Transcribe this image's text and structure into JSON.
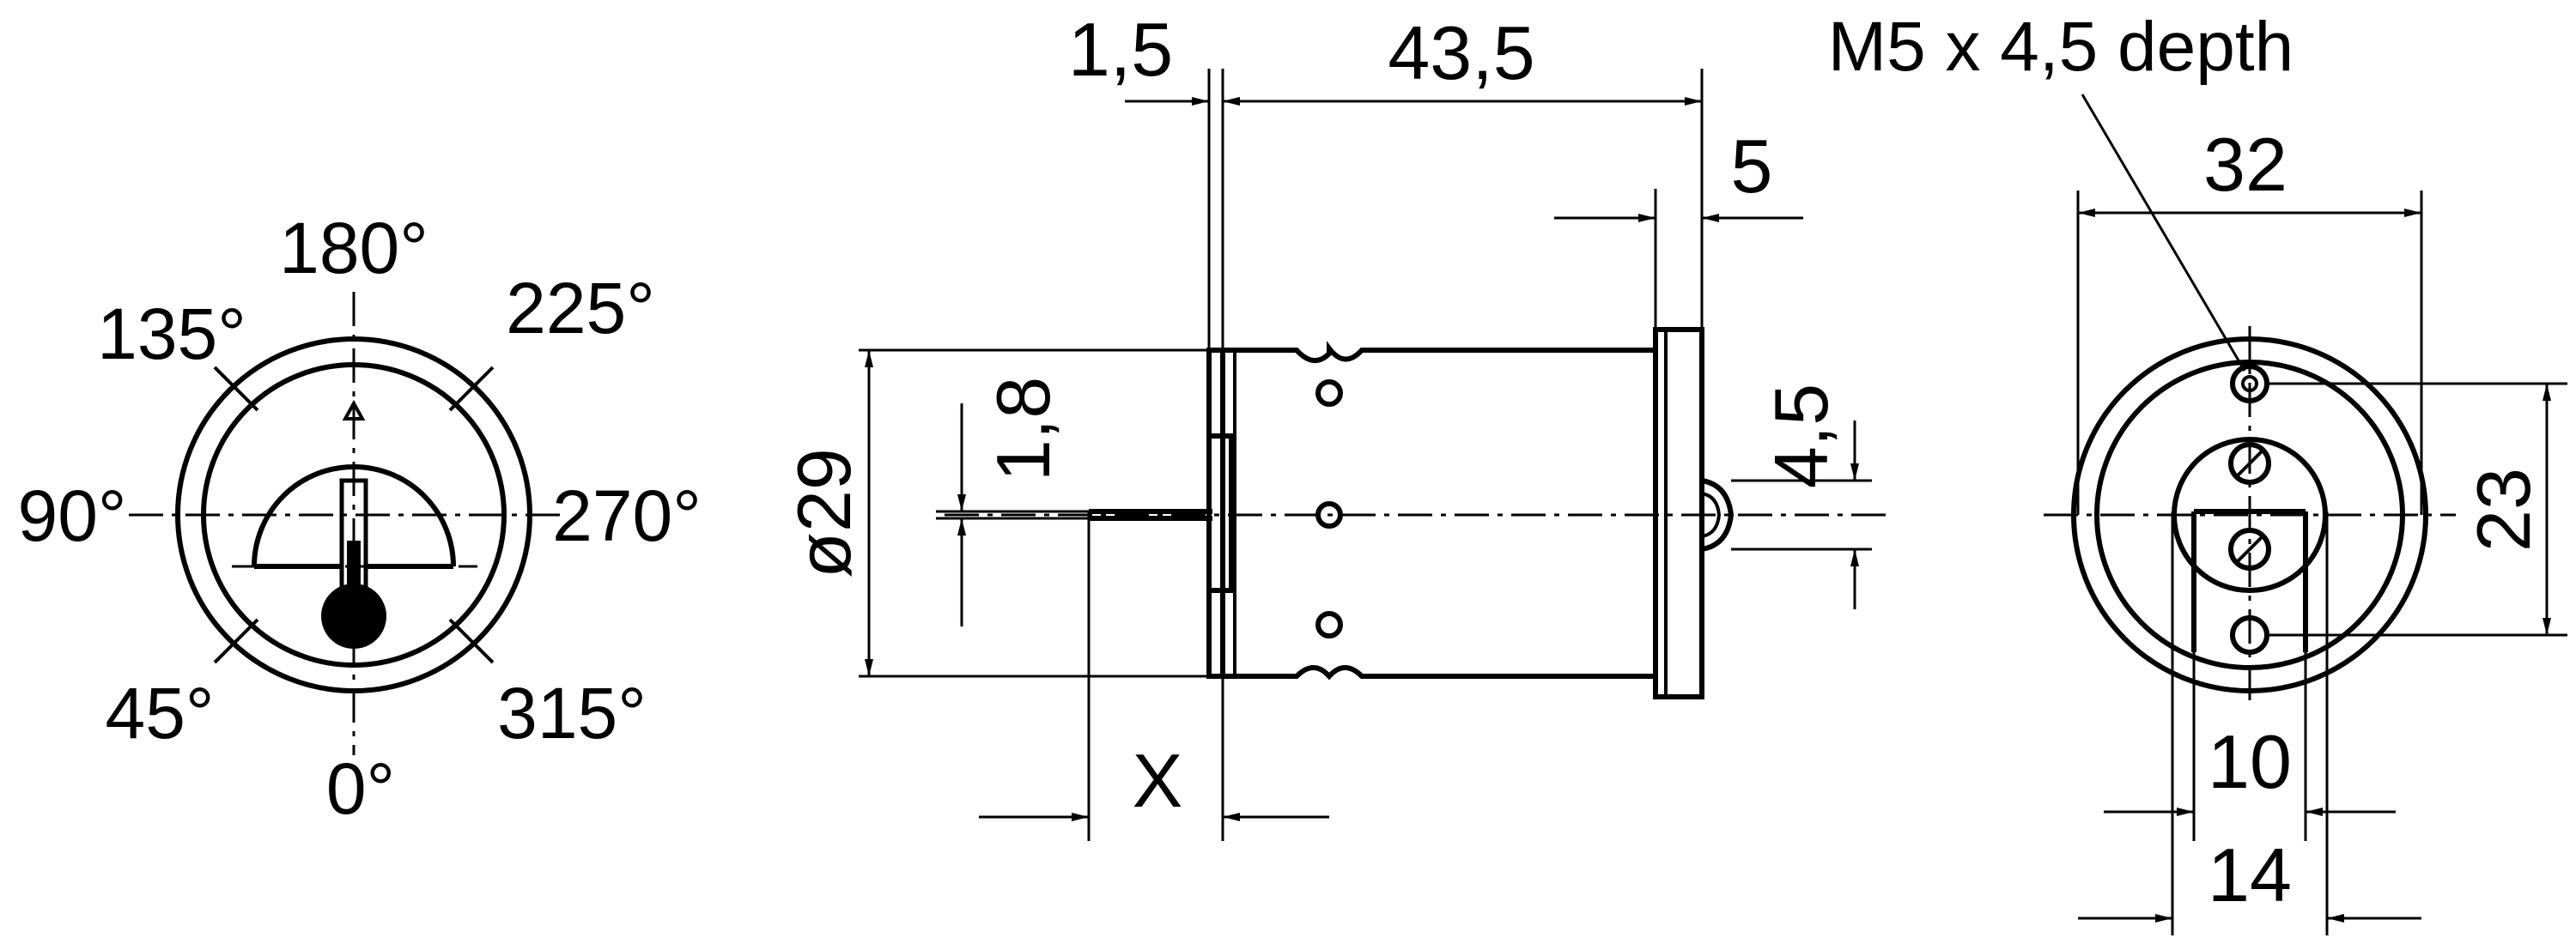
{
  "dial": {
    "angle_labels": [
      "180°",
      "135°",
      "225°",
      "90°",
      "270°",
      "45°",
      "315°",
      "0°"
    ],
    "pointer_marker": "triangle-marker"
  },
  "side_view": {
    "dims": [
      "1,5",
      "43,5",
      "5",
      "ø29",
      "1,8",
      "4,5",
      "X"
    ]
  },
  "end_view": {
    "thread_note": "M5 x 4,5 depth",
    "dims": [
      "32",
      "23",
      "10",
      "14"
    ]
  }
}
